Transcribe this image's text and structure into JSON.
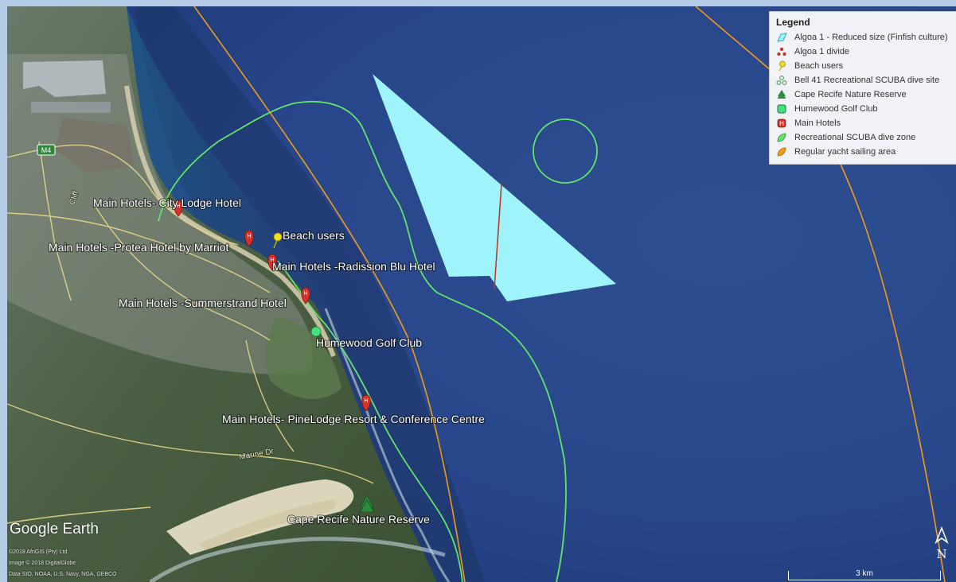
{
  "map": {
    "labels": {
      "city_lodge": "Main Hotels- City Lodge Hotel",
      "protea": "Main Hotels -Protea Hotel by Marriot",
      "beach_users": "Beach users",
      "radisson": "Main Hotels -Radission Blu Hotel",
      "summerstrand": "Main Hotels -Summerstrand Hotel",
      "humewood": "Humewood Golf Club",
      "pinelodge": "Main Hotels- PineLodge Resort & Conference Centre",
      "cape_recife": "Cape Recife Nature Reserve",
      "marine_drive": "Marine Dr",
      "road_shield": "M4",
      "road_side": "Cliff"
    }
  },
  "legend": {
    "title": "Legend",
    "items": [
      {
        "label": "Algoa 1 - Reduced size (Finfish culture)",
        "icon": "cyan-polygon-icon",
        "color": "#9ff4fb"
      },
      {
        "label": "Algoa 1 divide",
        "icon": "red-dots-icon",
        "color": "#c0392b"
      },
      {
        "label": "Beach users",
        "icon": "yellow-pushpin-icon",
        "color": "#f5e11a"
      },
      {
        "label": "Bell 41 Recreational SCUBA dive site",
        "icon": "green-dots-icon",
        "color": "#7fcf8a"
      },
      {
        "label": "Cape Recife Nature Reserve",
        "icon": "tree-icon",
        "color": "#2e8b3e"
      },
      {
        "label": "Humewood Golf Club",
        "icon": "green-square-icon",
        "color": "#47e07a"
      },
      {
        "label": "Main Hotels",
        "icon": "hotel-icon",
        "color": "#d8312a"
      },
      {
        "label": "Recreational SCUBA dive zone",
        "icon": "green-leaf-icon",
        "color": "#62e36a"
      },
      {
        "label": "Regular yacht sailing area",
        "icon": "orange-leaf-icon",
        "color": "#f09a1a"
      }
    ]
  },
  "branding": {
    "logo": "Google Earth",
    "credits": [
      "©2018 AfriGIS (Pty) Ltd.",
      "Image © 2018 DigitalGlobe",
      "Data SIO, NOAA, U.S. Navy, NGA, GEBCO"
    ]
  },
  "scale": {
    "label": "3 km"
  },
  "compass": {
    "label": "N"
  }
}
